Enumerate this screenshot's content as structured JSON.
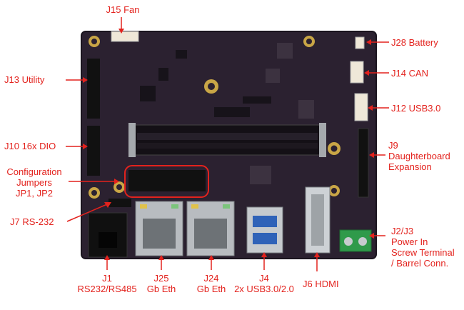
{
  "callouts": {
    "j15": {
      "line1": "J15 Fan"
    },
    "j28": {
      "line1": "J28 Battery"
    },
    "j13": {
      "line1": "J13 Utility"
    },
    "j14": {
      "line1": "J14 CAN"
    },
    "j12": {
      "line1": "J12 USB3.0"
    },
    "j10": {
      "line1": "J10 16x DIO"
    },
    "j9": {
      "line1": "J9",
      "line2": "Daughterboard",
      "line3": "Expansion"
    },
    "config": {
      "line1": "Configuration",
      "line2": "Jumpers",
      "line3": "JP1, JP2"
    },
    "j7": {
      "line1": "J7 RS-232"
    },
    "j2": {
      "line1": "J2/J3",
      "line2": "Power In",
      "line3": "Screw Terminal",
      "line4": "/ Barrel Conn."
    },
    "j1": {
      "line1": "J1",
      "line2": "RS232/RS485"
    },
    "j25": {
      "line1": "J25",
      "line2": "Gb Eth"
    },
    "j24": {
      "line1": "J24",
      "line2": "Gb Eth"
    },
    "j4": {
      "line1": "J4",
      "line2": "2x USB3.0/2.0"
    },
    "j6": {
      "line1": "J6 HDMI"
    }
  },
  "colors": {
    "callout": "#e3221d",
    "pcb": "#2b2130",
    "silkscreen": "#d9d4da",
    "gold": "#c9a646",
    "metal": "#bfc3c7",
    "terminal": "#2f9a4a"
  }
}
